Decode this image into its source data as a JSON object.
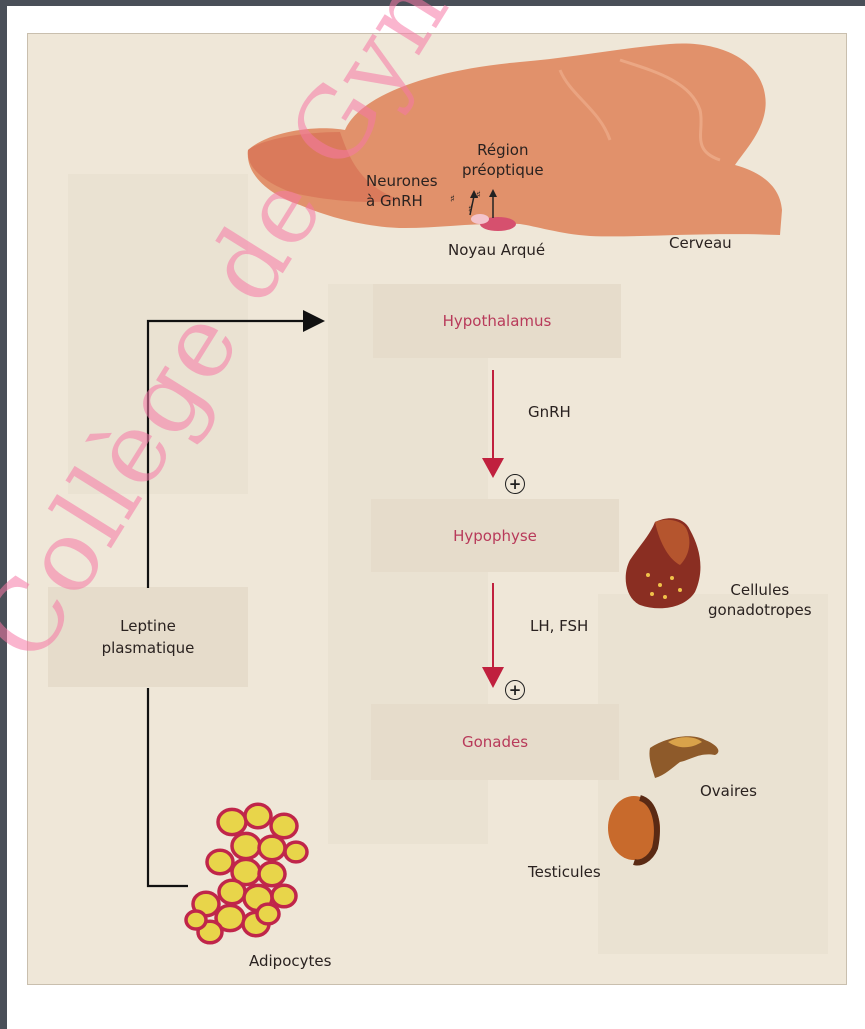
{
  "brain": {
    "region_label": "Région\npréoptique",
    "neurons_label": "Neurones\nà GnRH",
    "arcuate_label": "Noyau Arqué",
    "brain_label": "Cerveau"
  },
  "boxes": {
    "hypothalamus": "Hypothalamus",
    "hypophyse": "Hypophyse",
    "gonades": "Gonades",
    "leptine": "Leptine\nplasmatique"
  },
  "arrows": {
    "gnrh_label": "GnRH",
    "lhfsh_label": "LH, FSH",
    "plus_symbol": "+"
  },
  "organs": {
    "pituitary_label": "Cellules\ngonadotropes",
    "ovaries_label": "Ovaires",
    "testes_label": "Testicules",
    "adipocytes_label": "Adipocytes"
  },
  "watermark": "Collège de Gynécologie",
  "colors": {
    "accent": "#b83a5a",
    "brain": "#e08a62",
    "arrow": "#c0203e",
    "watermark": "#f578a5"
  }
}
